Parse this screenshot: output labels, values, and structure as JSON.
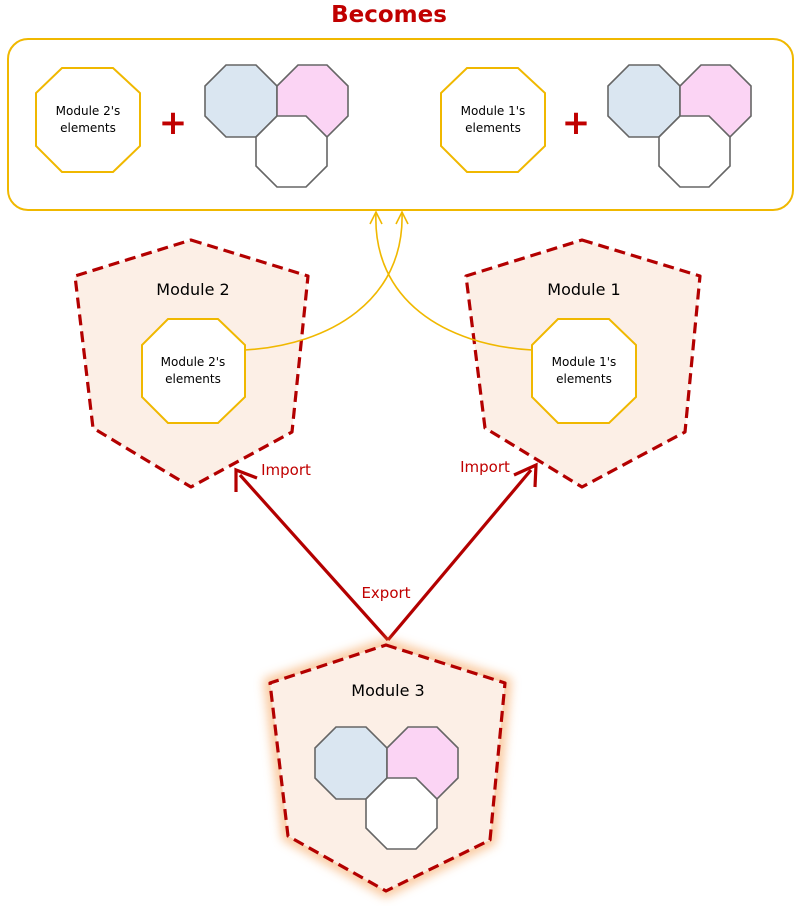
{
  "title": "Becomes",
  "modules": {
    "module2": {
      "label": "Module 2",
      "elements_line1": "Module 2's",
      "elements_line2": "elements"
    },
    "module1": {
      "label": "Module 1",
      "elements_line1": "Module 1's",
      "elements_line2": "elements"
    },
    "module3": {
      "label": "Module 3"
    }
  },
  "result": {
    "left": {
      "elements_line1": "Module 2's",
      "elements_line2": "elements",
      "operator": "+"
    },
    "right": {
      "elements_line1": "Module 1's",
      "elements_line2": "elements",
      "operator": "+"
    }
  },
  "edges": {
    "import_left": "Import",
    "import_right": "Import",
    "export": "Export"
  },
  "colors": {
    "accent_red": "#c00000",
    "module_fill": "#fcefe6",
    "elements_outline": "#f0b800",
    "shape_blue": "#dae6f1",
    "shape_pink": "#fbd4f4"
  }
}
